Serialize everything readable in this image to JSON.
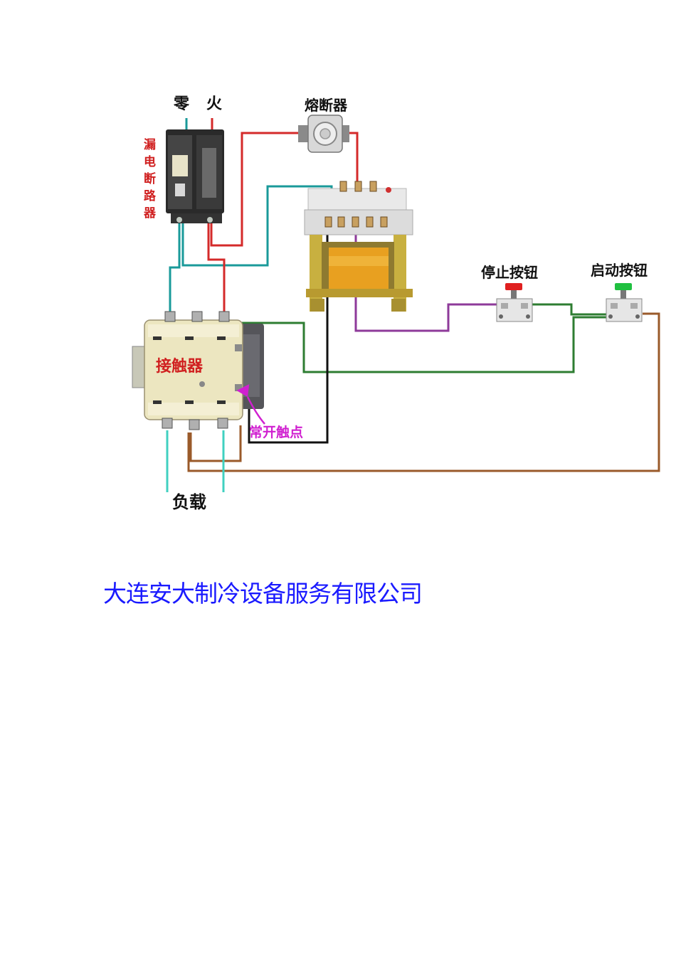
{
  "labels": {
    "neutral": "零",
    "live": "火",
    "breaker": [
      "漏",
      "电",
      "断",
      "路",
      "器"
    ],
    "fuse": "熔断器",
    "stop_button": "停止按钮",
    "start_button": "启动按钮",
    "contactor": "接触器",
    "no_contact": "常开触点",
    "load": "负载"
  },
  "company": "大连安大制冷设备服务有限公司",
  "colors": {
    "red_wire": "#d42a2a",
    "teal_wire": "#1a9a9a",
    "green_wire": "#2e7d32",
    "purple_wire": "#8e3a9a",
    "brown_wire": "#9a5a2a",
    "black_wire": "#111111",
    "load_wire": "#40d0c0",
    "company_text": "#1a1aff",
    "annotation_magenta": "#d020d0"
  }
}
